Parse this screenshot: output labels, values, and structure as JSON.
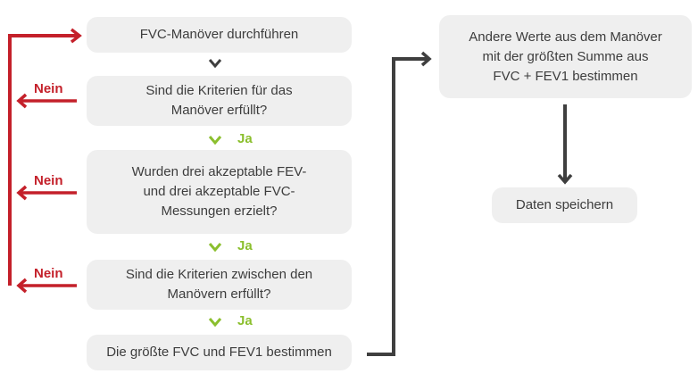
{
  "diagram": {
    "nodes": [
      {
        "id": "fvc_manoever",
        "text": "FVC-Manöver durchführen"
      },
      {
        "id": "kriterien_manoever",
        "text": "Sind die Kriterien für das\nManöver erfüllt?"
      },
      {
        "id": "drei_akzeptable",
        "text": "Wurden drei akzeptable FEV-\nund drei akzeptable FVC-\nMessungen erzielt?"
      },
      {
        "id": "kriterien_zwischen",
        "text": "Sind die Kriterien zwischen den\nManövern erfüllt?"
      },
      {
        "id": "groesste_fvc",
        "text": "Die größte FVC und FEV1 bestimmen"
      },
      {
        "id": "andere_werte",
        "text": "Andere Werte aus dem Manöver\nmit der größten Summe aus\nFVC + FEV1 bestimmen"
      },
      {
        "id": "daten_speichern",
        "text": "Daten speichern"
      }
    ],
    "labels": {
      "nein": "Nein",
      "ja": "Ja"
    },
    "colors": {
      "box_bg": "#efefef",
      "text": "#3d3d3d",
      "nein": "#c4202a",
      "ja": "#8bbf2e",
      "connector": "#3f3f3f"
    }
  }
}
